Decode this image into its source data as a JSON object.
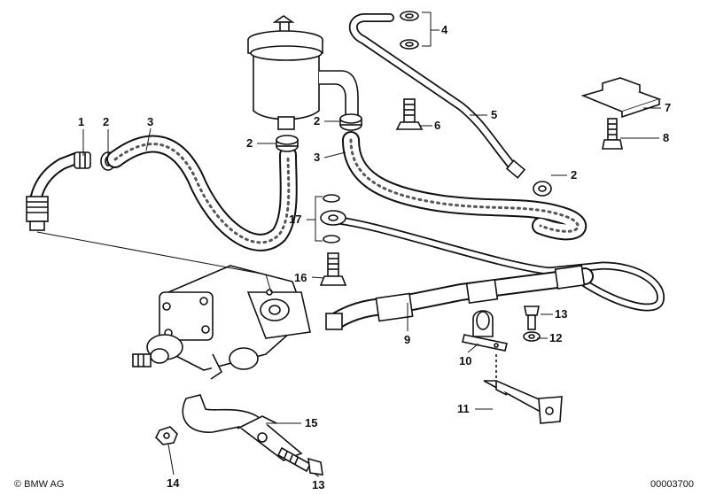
{
  "diagram": {
    "callouts": [
      {
        "id": "c1",
        "label": "1"
      },
      {
        "id": "c2a",
        "label": "2"
      },
      {
        "id": "c3a",
        "label": "3"
      },
      {
        "id": "c2b",
        "label": "2"
      },
      {
        "id": "c2c",
        "label": "2"
      },
      {
        "id": "c3b",
        "label": "3"
      },
      {
        "id": "c4",
        "label": "4"
      },
      {
        "id": "c5",
        "label": "5"
      },
      {
        "id": "c6",
        "label": "6"
      },
      {
        "id": "c2d",
        "label": "2"
      },
      {
        "id": "c7",
        "label": "7"
      },
      {
        "id": "c8",
        "label": "8"
      },
      {
        "id": "c17",
        "label": "17"
      },
      {
        "id": "c16",
        "label": "16"
      },
      {
        "id": "c9",
        "label": "9"
      },
      {
        "id": "c13a",
        "label": "13"
      },
      {
        "id": "c12",
        "label": "12"
      },
      {
        "id": "c10",
        "label": "10"
      },
      {
        "id": "c11",
        "label": "11"
      },
      {
        "id": "c15",
        "label": "15"
      },
      {
        "id": "c14",
        "label": "14"
      },
      {
        "id": "c13b",
        "label": "13"
      }
    ]
  },
  "footer": {
    "copyright": "© BMW AG",
    "doc_number": "00003700"
  }
}
